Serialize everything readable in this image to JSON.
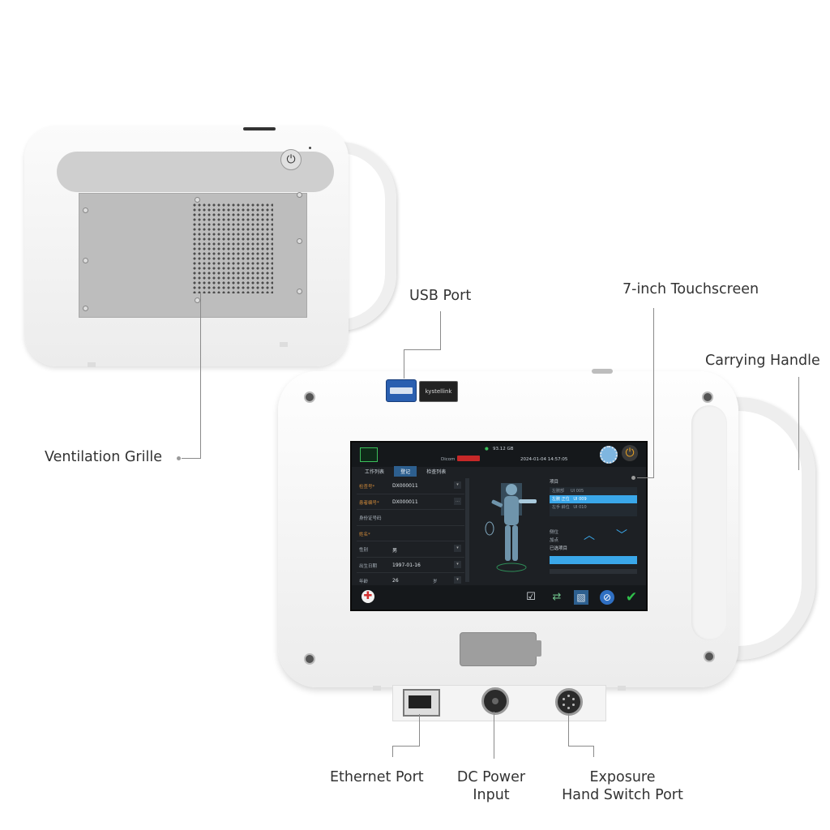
{
  "callouts": {
    "usb_port": "USB Port",
    "touchscreen": "7-inch Touchscreen",
    "carrying_handle": "Carrying Handle",
    "ventilation_grille": "Ventilation Grille",
    "ethernet_port": "Ethernet Port",
    "dc_power_line1": "DC Power",
    "dc_power_line2": "Input",
    "exposure_line1": "Exposure",
    "exposure_line2": "Hand Switch Port"
  },
  "usb_drive_label": "kystellink",
  "screen": {
    "status_storage": "93.12 GB",
    "status_datetime": "2024-01-04 14:57:05",
    "status_center": "Dicom",
    "tabs": [
      "工作列表",
      "登记",
      "检查列表"
    ],
    "form": [
      {
        "label": "检查号*",
        "value": "DX000011",
        "required": true
      },
      {
        "label": "患者编号*",
        "value": "DX000011",
        "required": true
      },
      {
        "label": "身份证号码",
        "value": "",
        "required": false
      },
      {
        "label": "姓名*",
        "value": "",
        "required": true
      },
      {
        "label": "性别",
        "value": "男",
        "required": false
      },
      {
        "label": "出生日期",
        "value": "1997-01-16",
        "required": false
      },
      {
        "label": "年龄",
        "value": "26",
        "unit": "岁",
        "required": false
      }
    ],
    "panel_title": "项目",
    "protocols": [
      {
        "name": "左腕部",
        "code": "UI 005",
        "selected": false
      },
      {
        "name": "左腕 正位",
        "code": "UI 009",
        "selected": true
      },
      {
        "name": "左手 斜位",
        "code": "UI 010",
        "selected": false
      }
    ],
    "option_1": "侧位",
    "option_2": "加点",
    "selected_label": "已选项目",
    "colors": {
      "accent": "#3aa7e9",
      "confirm": "#2fbf4a",
      "required_label": "#d08a3a"
    }
  }
}
